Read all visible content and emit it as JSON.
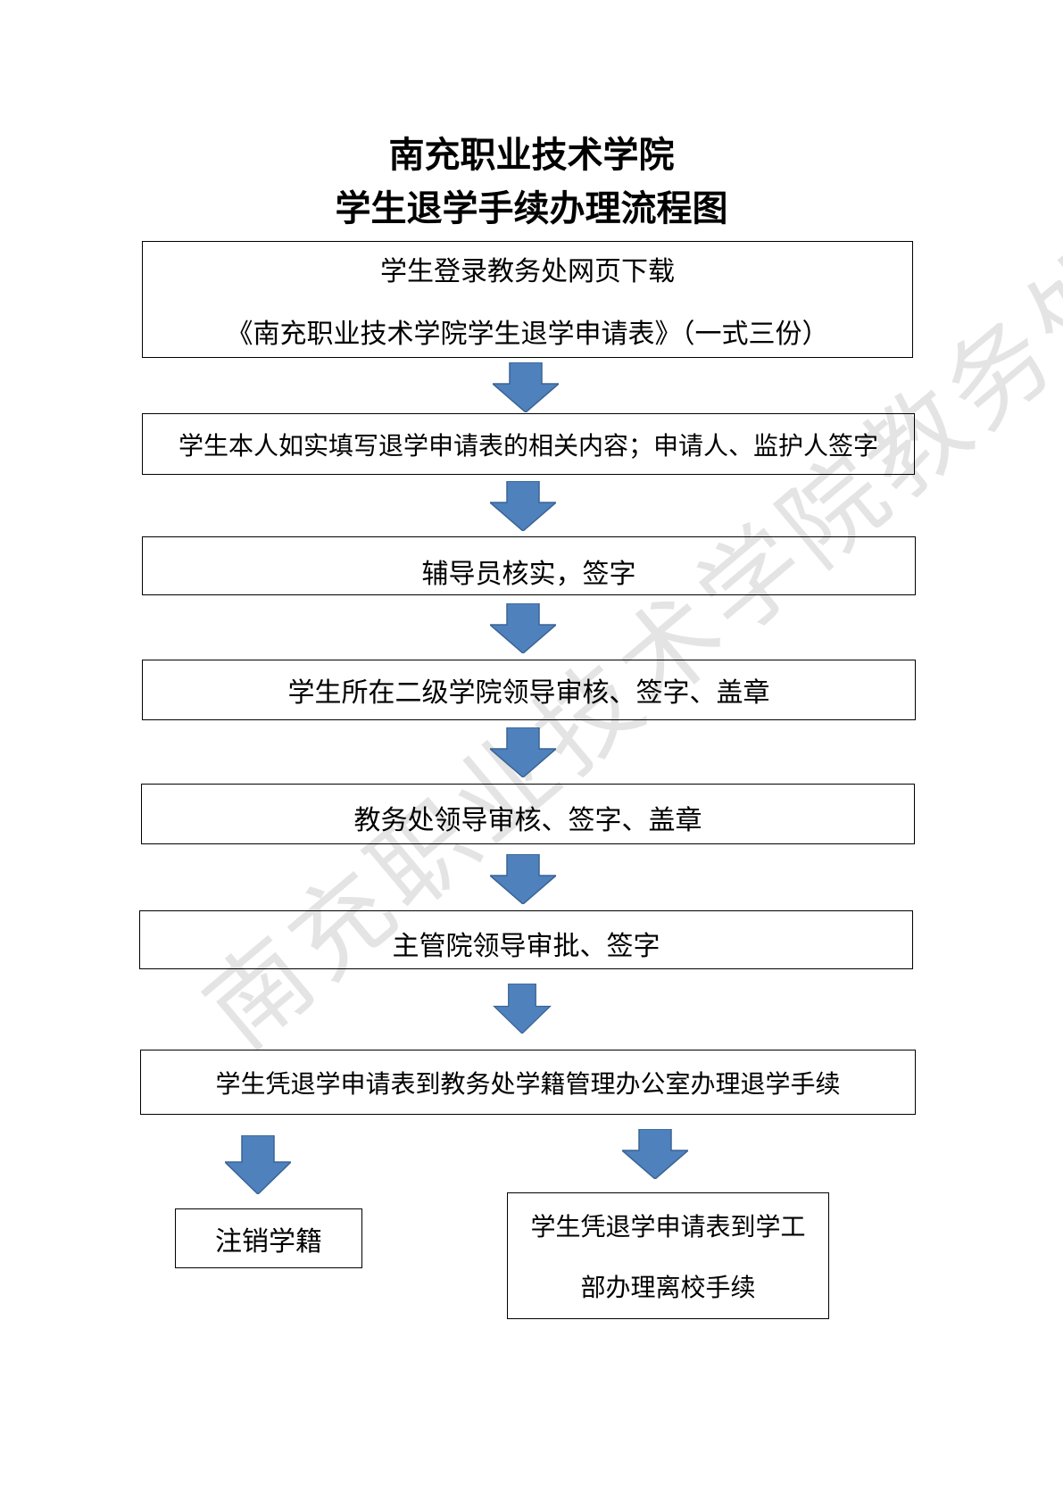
{
  "title": {
    "line1": "南充职业技术学院",
    "line2": "学生退学手续办理流程图"
  },
  "watermark": "南充职业技术学院教务处",
  "arrow_color": "#4f81bd",
  "steps": [
    {
      "line1": "学生登录教务处网页下载",
      "line2": "《南充职业技术学院学生退学申请表》（一式三份）"
    },
    {
      "text": "学生本人如实填写退学申请表的相关内容；申请人、监护人签字"
    },
    {
      "text": "辅导员核实，签字"
    },
    {
      "text": "学生所在二级学院领导审核、签字、盖章"
    },
    {
      "text": "教务处领导审核、签字、盖章"
    },
    {
      "text": "主管院领导审批、签字"
    },
    {
      "text": "学生凭退学申请表到教务处学籍管理办公室办理退学手续"
    }
  ],
  "branches": {
    "left": {
      "text": "注销学籍"
    },
    "right": {
      "line1": "学生凭退学申请表到学工",
      "line2": "部办理离校手续"
    }
  }
}
